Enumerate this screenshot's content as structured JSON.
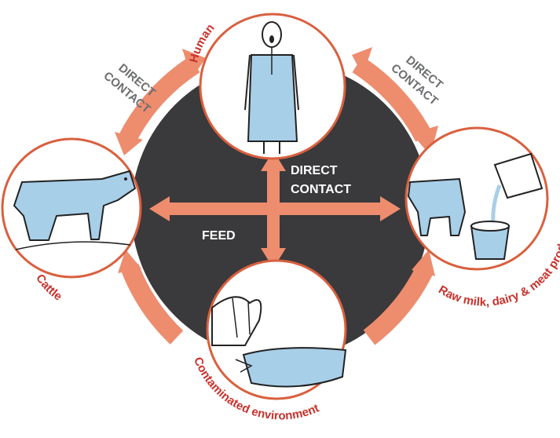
{
  "diagram": {
    "nodes": {
      "human": "Human",
      "cattle": "Cattle",
      "products": "Raw milk, dairy & meat products",
      "environment": "Contaminated environment"
    },
    "edges": {
      "cattle_human": "DIRECT CONTACT",
      "human_products": "DIRECT CONTACT",
      "center_direct_line1": "DIRECT",
      "center_direct_line2": "CONTACT",
      "center_feed": "FEED"
    },
    "outer_direct_left": [
      "DIRECT",
      "CONTACT"
    ],
    "outer_direct_right": [
      "DIRECT",
      "CONTACT"
    ],
    "icons": [
      "human-figure-icon",
      "cow-icon",
      "cow-milk-bucket-icon",
      "water-environment-icon"
    ],
    "colors": {
      "dark_center": "#3a393b",
      "arrow": "#ee8c6e",
      "label_red": "#c8322c",
      "label_gray": "#6d6e70",
      "sketch_blue": "#a8cfe8"
    }
  }
}
